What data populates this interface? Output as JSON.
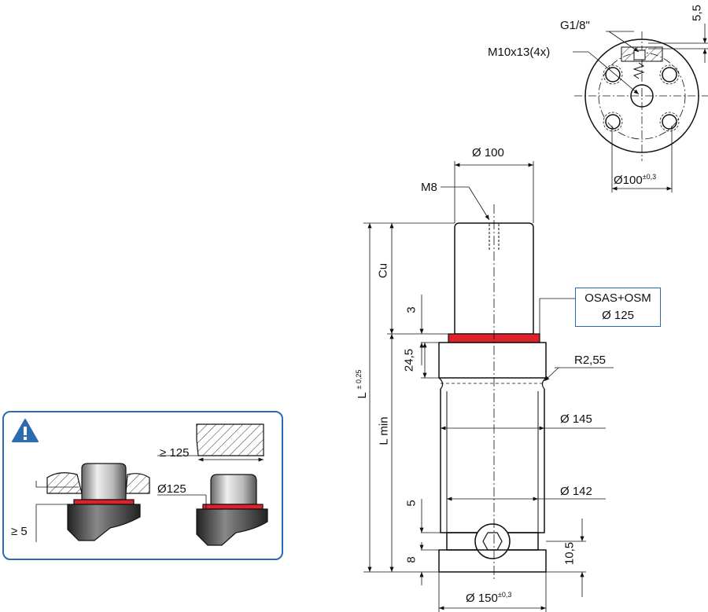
{
  "top_view": {
    "thread_port": "G1/8\"",
    "mount_holes": "M10x13(4x)",
    "depth": "5,5",
    "diameter": "Ø100",
    "diameter_tol": "±0,3"
  },
  "side_view": {
    "top_diameter": "Ø 100",
    "top_thread": "M8",
    "stroke": "Cu",
    "total_length": "L",
    "total_length_tol": "± 0,25",
    "min_length": "L min",
    "seal_height": "3",
    "collar_height": "24,5",
    "groove_radius": "R2,55",
    "body_diameter": "Ø 145",
    "lower_diameter": "Ø 142",
    "port_offset": "5",
    "base_height": "8",
    "port_height": "10,5",
    "base_diameter": "Ø 150",
    "base_diameter_tol": "±0,3"
  },
  "callout": {
    "line1": "OSAS+OSM",
    "line2": "Ø 125"
  },
  "note": {
    "gap_min": "≥ 5",
    "pocket_min": "≥ 125",
    "pocket_diameter": "Ø125"
  },
  "colors": {
    "seal": "#e0202a",
    "frame": "#2b6cb0"
  }
}
